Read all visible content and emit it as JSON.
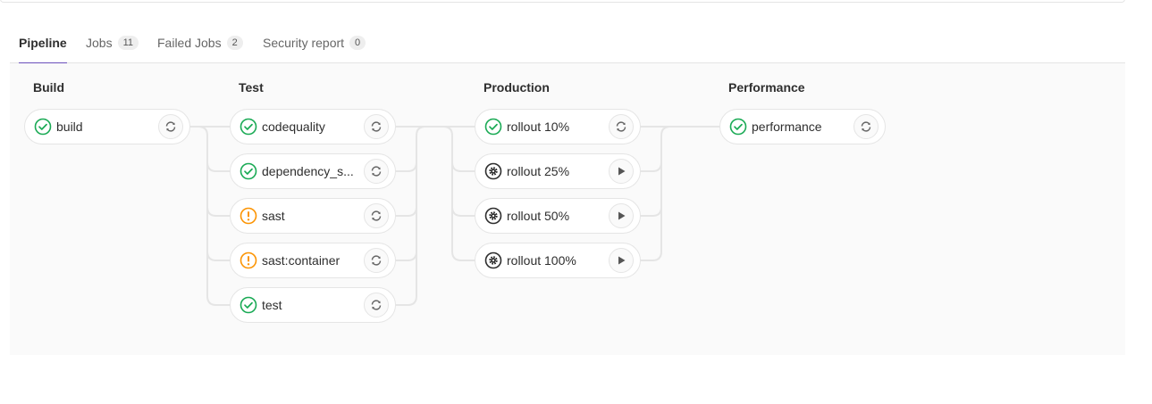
{
  "tabs": [
    {
      "label": "Pipeline",
      "count": null,
      "active": true
    },
    {
      "label": "Jobs",
      "count": "11"
    },
    {
      "label": "Failed Jobs",
      "count": "2"
    },
    {
      "label": "Security report",
      "count": "0"
    }
  ],
  "stages": [
    {
      "title": "Build",
      "jobs": [
        {
          "name": "build",
          "status": "success",
          "action": "retry-icon"
        }
      ]
    },
    {
      "title": "Test",
      "jobs": [
        {
          "name": "codequality",
          "status": "success",
          "action": "retry-icon"
        },
        {
          "name": "dependency_s...",
          "status": "success",
          "action": "retry-icon"
        },
        {
          "name": "sast",
          "status": "warning",
          "action": "retry-icon"
        },
        {
          "name": "sast:container",
          "status": "warning",
          "action": "retry-icon"
        },
        {
          "name": "test",
          "status": "success",
          "action": "retry-icon"
        }
      ]
    },
    {
      "title": "Production",
      "jobs": [
        {
          "name": "rollout 10%",
          "status": "success",
          "action": "retry-icon"
        },
        {
          "name": "rollout 25%",
          "status": "manual",
          "action": "play-icon"
        },
        {
          "name": "rollout 50%",
          "status": "manual",
          "action": "play-icon"
        },
        {
          "name": "rollout 100%",
          "status": "manual",
          "action": "play-icon"
        }
      ]
    },
    {
      "title": "Performance",
      "jobs": [
        {
          "name": "performance",
          "status": "success",
          "action": "retry-icon"
        }
      ]
    }
  ],
  "colors": {
    "success": "#1aaa55",
    "warning": "#fc9403",
    "manual": "#2e2e2e",
    "active_tab": "#6b4fbb"
  }
}
